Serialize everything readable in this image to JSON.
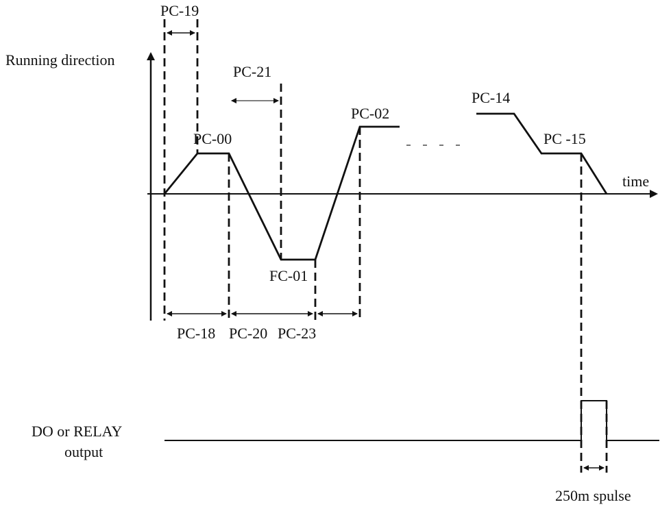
{
  "axes": {
    "y_label": "Running direction",
    "x_label": "time"
  },
  "labels": {
    "pc19": "PC-19",
    "pc21": "PC-21",
    "pc00": "PC-00",
    "pc02": "PC-02",
    "pc14": "PC-14",
    "pc15": "PC -15",
    "fc01": "FC-01",
    "pc18": "PC-18",
    "pc20": "PC-20",
    "pc23": "PC-23"
  },
  "output": {
    "line1": "DO or RELAY",
    "line2": "output",
    "pulse_label": "250m spulse"
  },
  "colors": {
    "ink": "#111111"
  }
}
